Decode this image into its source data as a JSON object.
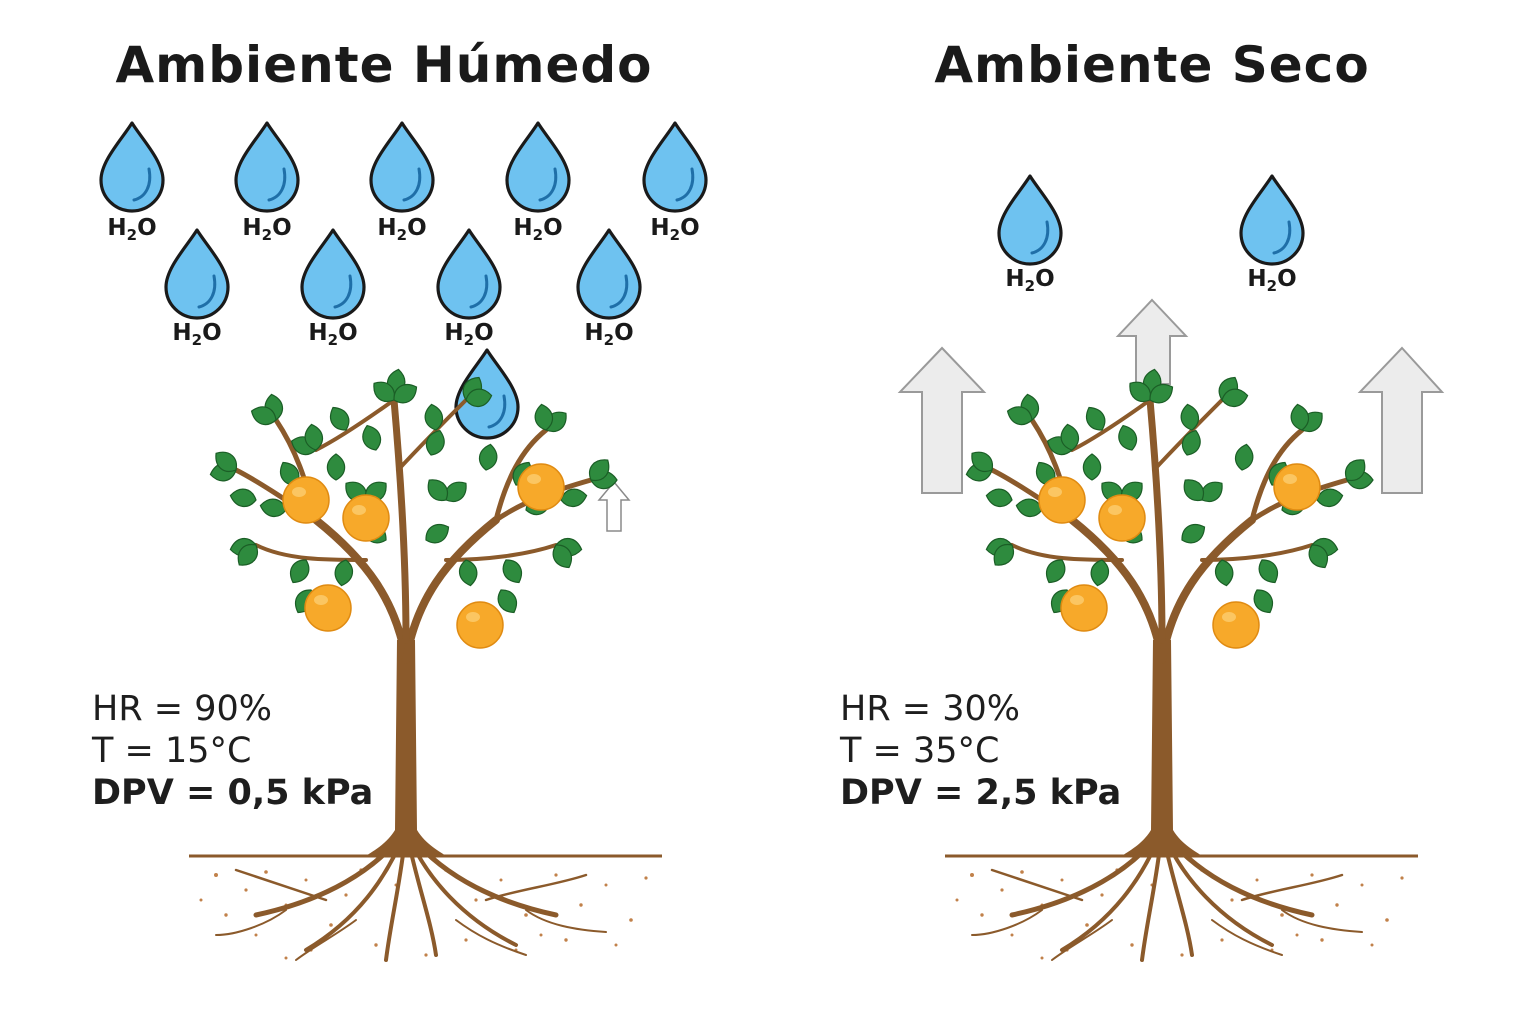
{
  "panels": {
    "humid": {
      "title": "Ambiente Húmedo",
      "droplet_label": "H2O",
      "humidity_line": "HR = 90%",
      "temperature_line": "T = 15°C",
      "vpd_line": "DPV = 0,5 kPa"
    },
    "dry": {
      "title": "Ambiente Seco",
      "droplet_label": "H2O",
      "humidity_line": "HR = 30%",
      "temperature_line": "T = 35°C",
      "vpd_line": "DPV = 2,5 kPa"
    }
  },
  "colors": {
    "droplet_fill": "#6ec2f0",
    "droplet_outline": "#1a1a1a",
    "leaf": "#2e8b3e",
    "trunk": "#8b5a2b",
    "fruit": "#f7a92a",
    "soil": "#b9723a",
    "arrow_fill": "#ececec",
    "arrow_outline": "#9a9a9a"
  },
  "icons": [
    "water-droplet-icon",
    "upward-arrow-icon",
    "orange-tree-icon"
  ]
}
